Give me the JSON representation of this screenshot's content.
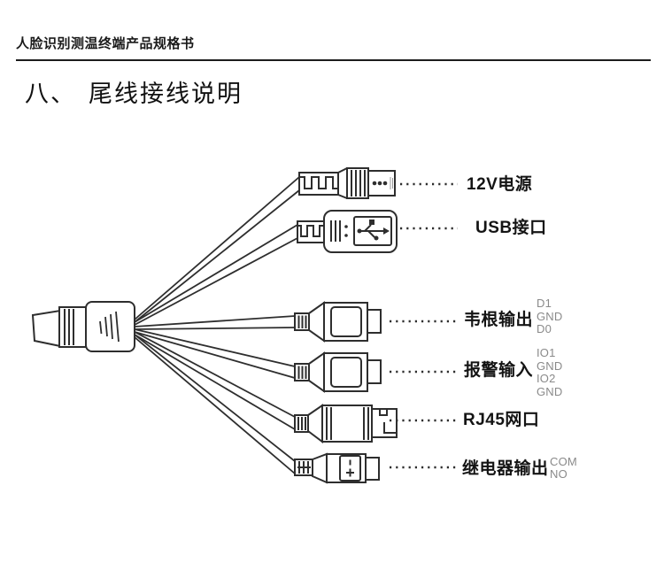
{
  "page": {
    "header_title": "人脸识别测温终端产品规格书",
    "section_number": "八、",
    "section_title": "尾线接线说明"
  },
  "diagram": {
    "connectors": [
      {
        "name": "dc-power-plug",
        "label": "12V电源",
        "pins": []
      },
      {
        "name": "usb-plug",
        "label": "USB接口",
        "pins": []
      },
      {
        "name": "wiegand-connector",
        "label": "韦根输出",
        "pins": [
          "D1",
          "GND",
          "D0"
        ]
      },
      {
        "name": "alarm-connector",
        "label": "报警输入",
        "pins": [
          "IO1",
          "GND",
          "IO2",
          "GND"
        ]
      },
      {
        "name": "rj45-plug",
        "label": "RJ45网口",
        "pins": []
      },
      {
        "name": "relay-connector",
        "label": "继电器输出",
        "pins": [
          "COM",
          "NO"
        ]
      }
    ],
    "colors": {
      "line": "#2e2e2e",
      "label_text": "#141414",
      "pin_text": "#8a8a8a"
    }
  }
}
